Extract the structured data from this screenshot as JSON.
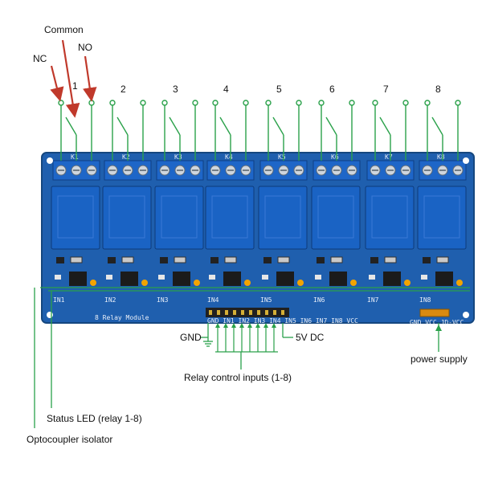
{
  "labels": {
    "common": "Common",
    "nc": "NC",
    "no": "NO",
    "gnd": "GND",
    "vdc": "5V DC",
    "control_inputs": "Relay control inputs (1-8)",
    "power_supply": "power supply",
    "status_led": "Status LED (relay 1-8)",
    "opto": "Optocoupler isolator"
  },
  "board": {
    "silkscreen_title": "8 Relay Module",
    "jumper_text": "GND VCC JD-VCC",
    "pin_text": "GND IN1 IN2 IN3 IN4 IN5 IN6 IN7 IN8 VCC"
  },
  "relays": [
    {
      "number": "1",
      "terminal": "K1",
      "in_label": "IN1"
    },
    {
      "number": "2",
      "terminal": "K2",
      "in_label": "IN2"
    },
    {
      "number": "3",
      "terminal": "K3",
      "in_label": "IN3"
    },
    {
      "number": "4",
      "terminal": "K4",
      "in_label": "IN4"
    },
    {
      "number": "5",
      "terminal": "K5",
      "in_label": "IN5"
    },
    {
      "number": "6",
      "terminal": "K6",
      "in_label": "IN6"
    },
    {
      "number": "7",
      "terminal": "K7",
      "in_label": "IN7"
    },
    {
      "number": "8",
      "terminal": "K8",
      "in_label": "IN8"
    }
  ],
  "colors": {
    "pcb": "#1f5fae",
    "terminal_block": "#1e66c8",
    "relay": "#1a63c4",
    "wire": "#2aa14a",
    "arrow": "#c0392b"
  }
}
